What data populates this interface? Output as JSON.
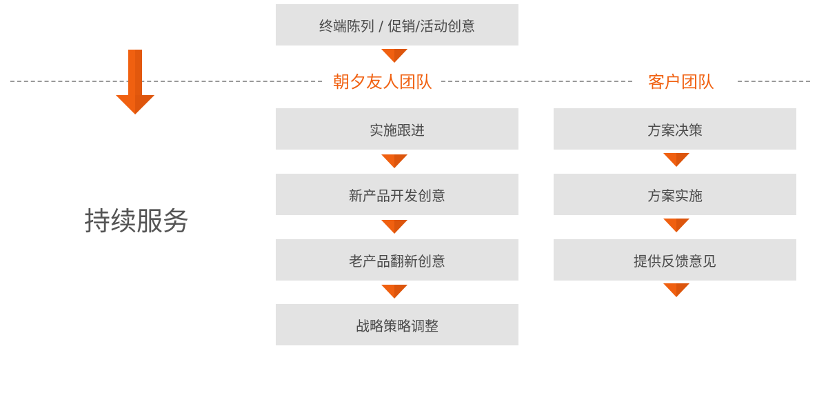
{
  "colors": {
    "accent": "#f06010",
    "accent_dark": "#c84a08",
    "box_bg": "#e3e3e3",
    "box_text": "#4a4a4a",
    "dash": "#999999",
    "side_text": "#555555"
  },
  "top_box": {
    "label": "终端陈列 / 促销/活动创意"
  },
  "side_label": "持续服务",
  "teams": {
    "left": {
      "title": "朝夕友人团队",
      "steps": [
        "实施跟进",
        "新产品开发创意",
        "老产品翻新创意",
        "战略策略调整"
      ]
    },
    "right": {
      "title": "客户团队",
      "steps": [
        "方案决策",
        "方案实施",
        "提供反馈意见"
      ]
    }
  },
  "icons": {
    "flow_arrow": "down-triangle-icon",
    "side_arrow": "down-arrow-icon"
  }
}
